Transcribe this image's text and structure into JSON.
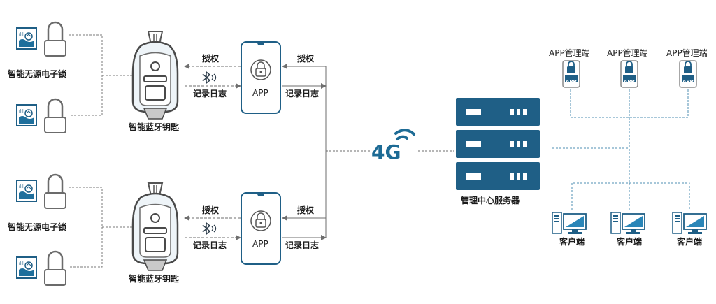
{
  "locks": {
    "label_top": "智能无源电子锁",
    "label_bottom": "智能无源电子锁"
  },
  "keys": {
    "label_top": "智能蓝牙钥匙",
    "label_bottom": "智能蓝牙钥匙"
  },
  "links": {
    "authorize": "授权",
    "log": "记录日志"
  },
  "app": {
    "label": "APP"
  },
  "network": {
    "label": "4G"
  },
  "server": {
    "label": "管理中心服务器"
  },
  "admin_apps": {
    "items": [
      {
        "label": "APP管理端",
        "screen": "APP"
      },
      {
        "label": "APP管理端",
        "screen": "APP"
      },
      {
        "label": "APP管理端",
        "screen": "APP"
      }
    ]
  },
  "clients": {
    "items": [
      {
        "label": "客户端"
      },
      {
        "label": "客户端"
      },
      {
        "label": "客户端"
      }
    ]
  },
  "colors": {
    "primary": "#1f5f86",
    "accent": "#2a86b8",
    "line": "#7a7a7a",
    "lock_water": "#1e6f9c"
  }
}
